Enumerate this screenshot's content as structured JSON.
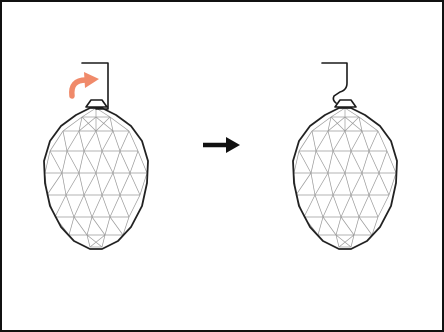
{
  "figure": {
    "panels": [
      {
        "id": "before",
        "hook_state": "behind-cap",
        "has_rotation_arrow": true
      },
      {
        "id": "after",
        "hook_state": "hooked-into-cap",
        "has_rotation_arrow": false
      }
    ],
    "transition_arrow": "right-arrow-icon",
    "colors": {
      "rotation_arrow": "#f08a6a",
      "outline": "#222222",
      "facet_lines": "#9a9a9a",
      "transition_arrow": "#111111"
    }
  }
}
